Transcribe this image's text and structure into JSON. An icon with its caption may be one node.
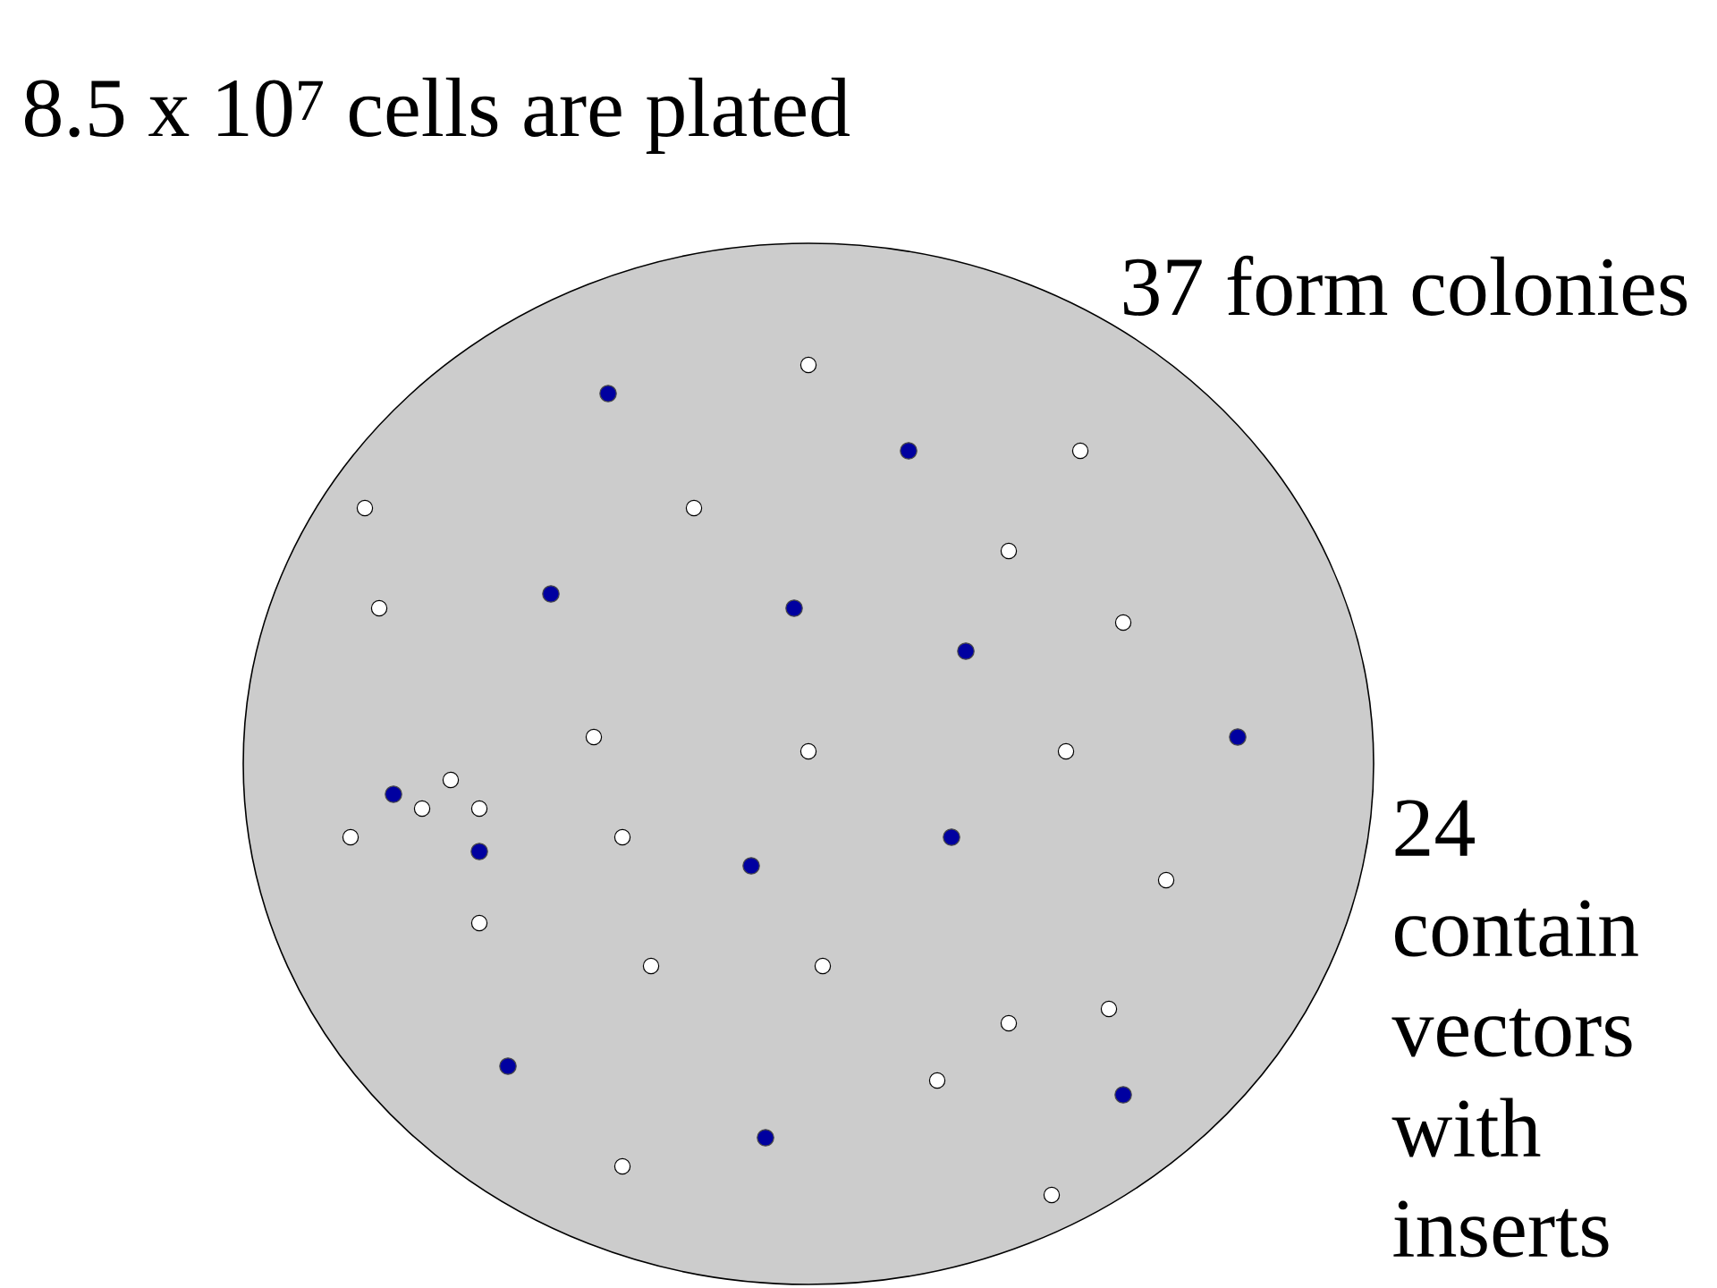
{
  "diagram": {
    "labels": [
      "8.5 x 10$^{7}$ cells are plated",
      "37 form colonies",
      "24 contain vectors with inserts"
    ]
  }
}
